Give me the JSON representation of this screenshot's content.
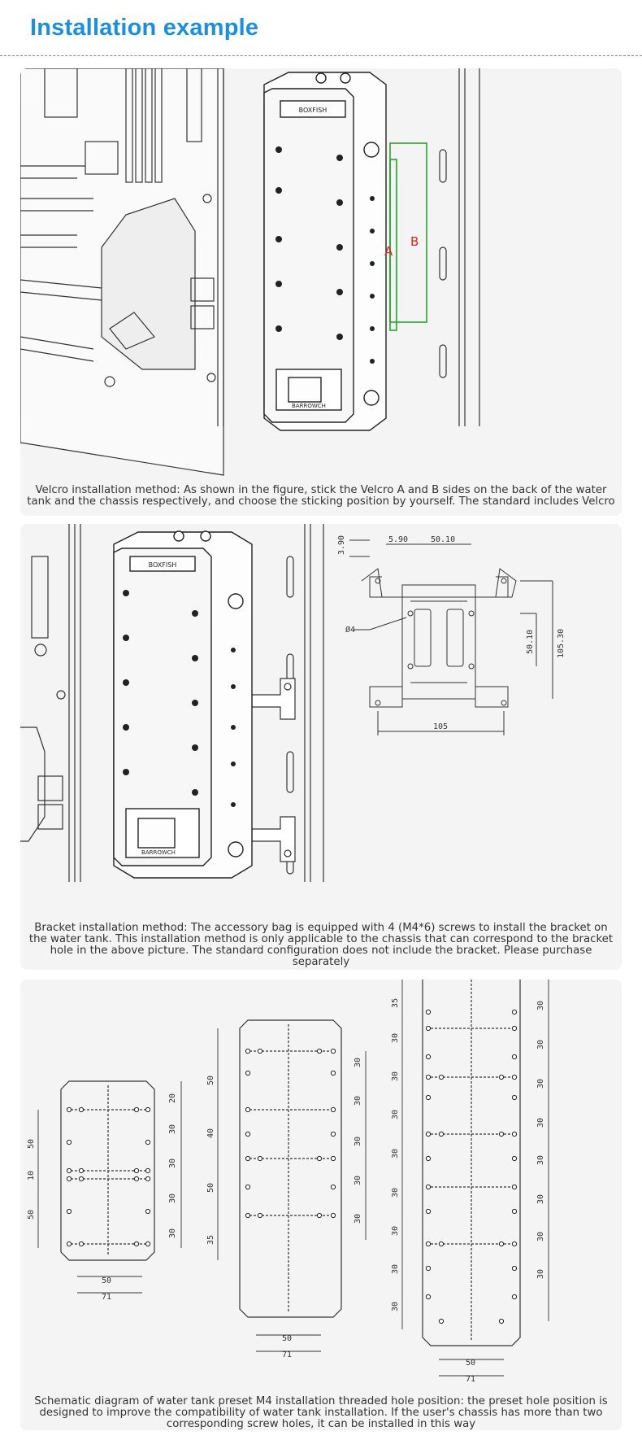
{
  "header": {
    "title": "Installation example"
  },
  "panel1": {
    "brand_top": "BOXFISH",
    "brand_bottom": "BARROWCH",
    "label_a": "A",
    "label_b": "B",
    "caption": "Velcro installation method: As shown in the figure, stick the Velcro A and B sides on the back of the water tank and the chassis respectively, and choose the sticking position by yourself. The standard includes Velcro"
  },
  "panel2": {
    "brand_top": "BOXFISH",
    "brand_bottom": "BARROWCH",
    "dims": {
      "d1": "3.90",
      "d2": "5.90",
      "d3": "50.10",
      "d4": "Ø4",
      "d5": "50.10",
      "d6": "105.30",
      "d7": "105"
    },
    "caption": "Bracket installation method: The accessory bag is equipped with 4 (M4*6) screws to install the bracket on the water tank. This installation method is only applicable to the chassis that can correspond to the bracket hole in the above picture. The standard configuration does not include the bracket. Please purchase separately"
  },
  "panel3": {
    "tank1": {
      "left": [
        "50",
        "10",
        "50"
      ],
      "right": [
        "20",
        "30",
        "30",
        "30",
        "30"
      ],
      "bottom": [
        "50",
        "71"
      ]
    },
    "tank2": {
      "left": [
        "50",
        "40",
        "50",
        "35"
      ],
      "right": [
        "30",
        "30",
        "30",
        "30",
        "30"
      ],
      "bottom": [
        "50",
        "71"
      ]
    },
    "tank3": {
      "left": [
        "35",
        "30",
        "30",
        "30",
        "30",
        "30",
        "30",
        "30",
        "30"
      ],
      "right": [
        "30",
        "30",
        "30",
        "30",
        "30",
        "30",
        "30",
        "30"
      ],
      "bottom": [
        "50",
        "71"
      ]
    },
    "caption": "Schematic diagram of water tank preset M4 installation threaded hole position: the preset hole position is designed to improve the compatibility of water tank installation. If the user's chassis has more than two corresponding screw holes, it can be installed in this way"
  },
  "colors": {
    "title": "#1a8fe0",
    "velcro": "#22aa22",
    "label": "#dd2222"
  }
}
